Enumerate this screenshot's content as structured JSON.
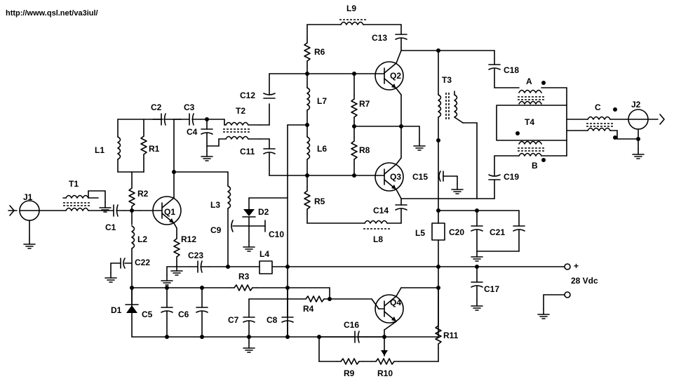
{
  "source_url": "http://www.qsl.net/va3iul/",
  "supply": {
    "plus": "+",
    "voltage": "28 Vdc"
  },
  "connectors": {
    "j1": "J1",
    "j2": "J2"
  },
  "transformers": {
    "t1": "T1",
    "t2": "T2",
    "t3": "T3",
    "t4": "T4",
    "c": "C",
    "a": "A",
    "b": "B"
  },
  "transistors": {
    "q1": "Q1",
    "q2": "Q2",
    "q3": "Q3",
    "q4": "Q4"
  },
  "diodes": {
    "d1": "D1",
    "d2": "D2"
  },
  "inductors": {
    "l1": "L1",
    "l2": "L2",
    "l3": "L3",
    "l4": "L4",
    "l5": "L5",
    "l6": "L6",
    "l7": "L7",
    "l8": "L8",
    "l9": "L9"
  },
  "resistors": {
    "r1": "R1",
    "r2": "R2",
    "r3": "R3",
    "r4": "R4",
    "r5": "R5",
    "r6": "R6",
    "r7": "R7",
    "r8": "R8",
    "r9": "R9",
    "r10": "R10",
    "r11": "R11",
    "r12": "R12"
  },
  "capacitors": {
    "c1": "C1",
    "c2": "C2",
    "c3": "C3",
    "c4": "C4",
    "c5": "C5",
    "c6": "C6",
    "c7": "C7",
    "c8": "C8",
    "c9": "C9",
    "c10": "C10",
    "c11": "C11",
    "c12": "C12",
    "c13": "C13",
    "c14": "C14",
    "c15": "C15",
    "c16": "C16",
    "c17": "C17",
    "c18": "C18",
    "c19": "C19",
    "c20": "C20",
    "c21": "C21",
    "c22": "C22",
    "c23": "C23"
  }
}
